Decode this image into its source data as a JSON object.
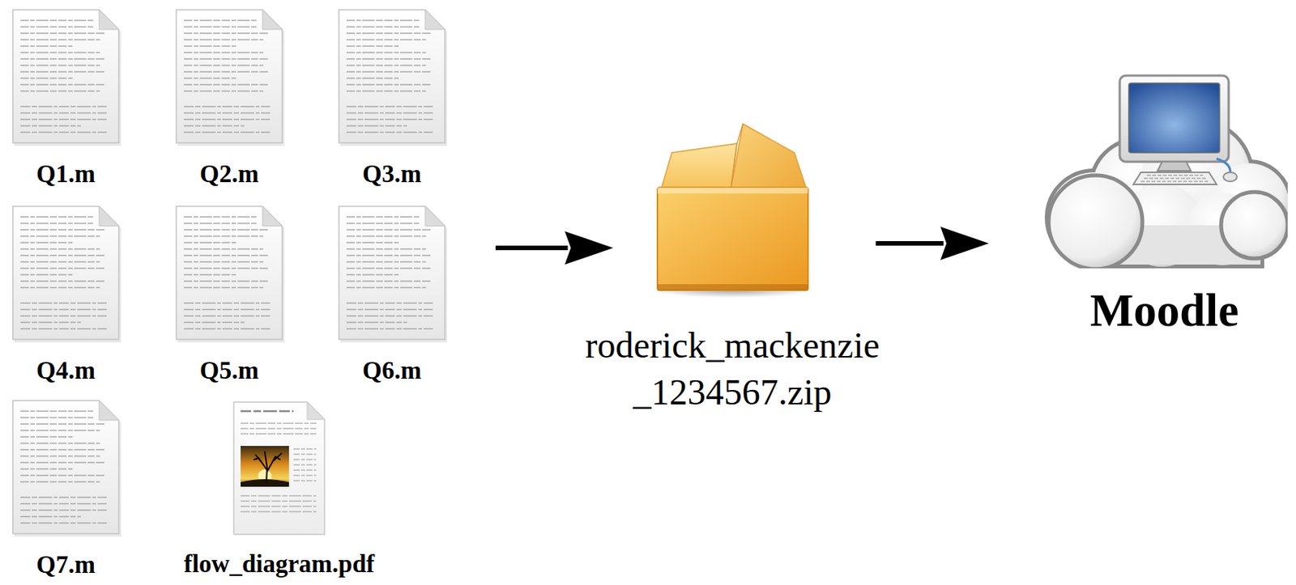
{
  "diagram": {
    "nodes": [
      {
        "text": [
          "Q1.m"
        ]
      },
      {
        "text": [
          "Q2.m"
        ]
      },
      {
        "text": [
          "Q3.m"
        ]
      },
      {
        "text": [
          "Q4.m"
        ]
      },
      {
        "text": [
          "Q5.m"
        ]
      },
      {
        "text": [
          "Q6.m"
        ]
      },
      {
        "text": [
          "Q7.m"
        ]
      },
      {
        "text": [
          "flow_diagram.pdf"
        ]
      },
      {
        "text": [
          "roderick_mackenzie _1234567.zip"
        ]
      },
      {
        "text": [
          "Moodle"
        ]
      }
    ],
    "edges": [
      {
        "from": 5,
        "to": 8,
        "arrow": "to"
      },
      {
        "from": 8,
        "to": 9,
        "arrow": "to"
      }
    ]
  }
}
